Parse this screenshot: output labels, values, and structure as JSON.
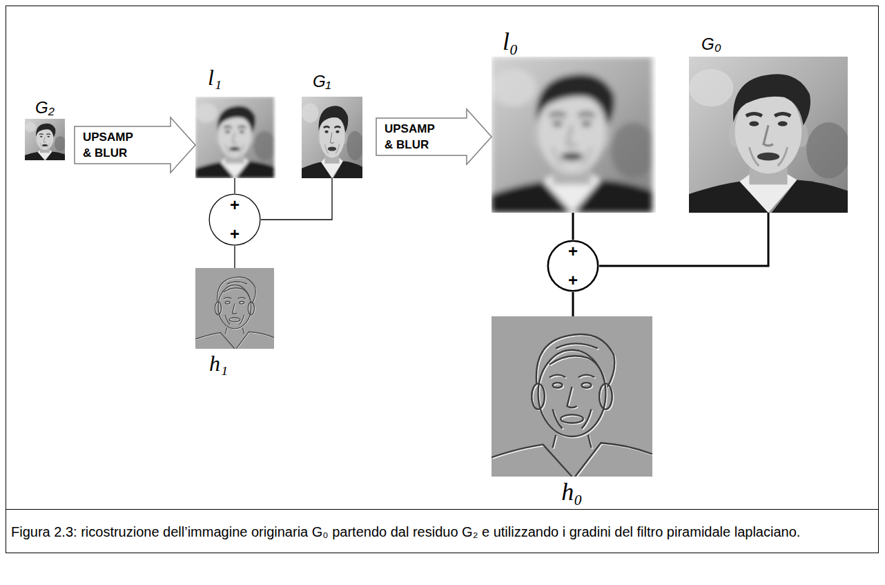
{
  "diagram": {
    "caption": "Figura 2.3: ricostruzione dell’immagine originaria G₀ partendo dal residuo G₂ e utilizzando i gradini del filtro piramidale laplaciano.",
    "nodes": [
      {
        "text": [
          "G₂"
        ]
      },
      {
        "text": [
          "l₁"
        ]
      },
      {
        "text": [
          "G₁"
        ]
      },
      {
        "text": [
          "l₀"
        ]
      },
      {
        "text": [
          "G₀"
        ]
      },
      {
        "text": [
          "+",
          "+"
        ]
      },
      {
        "text": [
          "h₁"
        ]
      },
      {
        "text": [
          "+",
          "+"
        ]
      },
      {
        "text": [
          "h₀"
        ]
      }
    ],
    "edges": [
      {
        "from": 0,
        "to": 1,
        "arrow": "to",
        "label": "UPSAMP & BLUR"
      },
      {
        "from": 1,
        "to": 5,
        "arrow": "none"
      },
      {
        "from": 6,
        "to": 5,
        "arrow": "none"
      },
      {
        "from": 5,
        "to": 2,
        "arrow": "none"
      },
      {
        "from": 2,
        "to": 3,
        "arrow": "to",
        "label": "UPSAMP & BLUR"
      },
      {
        "from": 3,
        "to": 7,
        "arrow": "none"
      },
      {
        "from": 8,
        "to": 7,
        "arrow": "none"
      },
      {
        "from": 7,
        "to": 4,
        "arrow": "none"
      }
    ]
  }
}
